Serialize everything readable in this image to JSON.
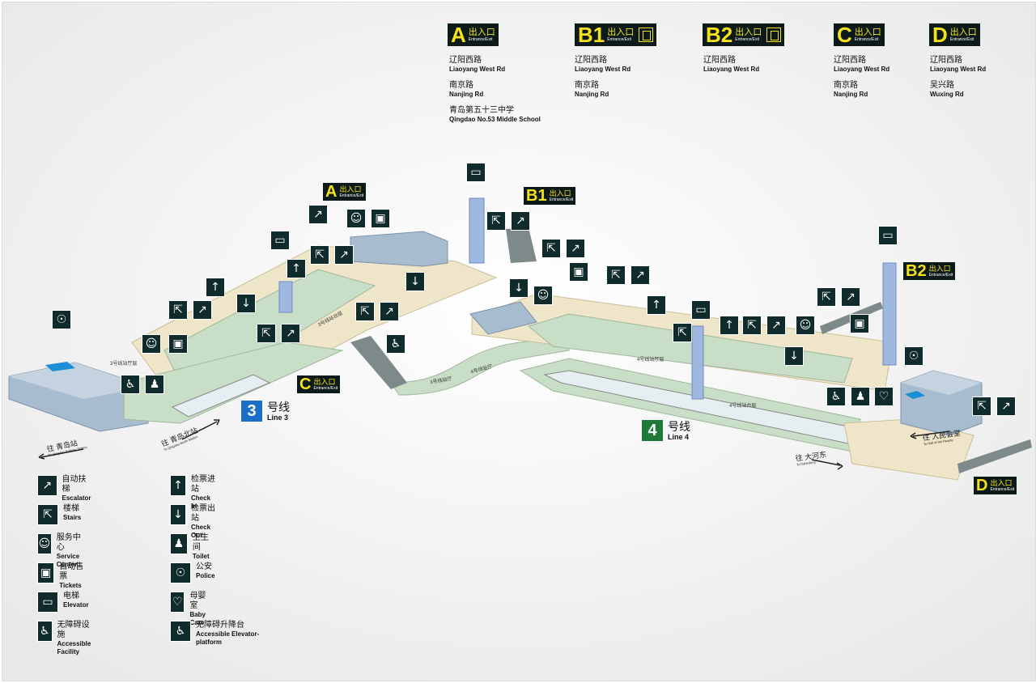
{
  "exits": [
    {
      "id": "A",
      "letter": "A",
      "zh": "出入口",
      "en": "Entrance/Exit",
      "elevator": false,
      "streets": [
        {
          "zh": "辽阳西路",
          "en": "Liaoyang West Rd"
        },
        {
          "zh": "南京路",
          "en": "Nanjing Rd"
        },
        {
          "zh": "青岛第五十三中学",
          "en": "Qingdao No.53 Middle School"
        }
      ]
    },
    {
      "id": "B1",
      "letter": "B1",
      "zh": "出入口",
      "en": "Entrance/Exit",
      "elevator": true,
      "streets": [
        {
          "zh": "辽阳西路",
          "en": "Liaoyang West Rd"
        },
        {
          "zh": "南京路",
          "en": "Nanjing Rd"
        }
      ]
    },
    {
      "id": "B2",
      "letter": "B2",
      "zh": "出入口",
      "en": "Entrance/Exit",
      "elevator": true,
      "streets": [
        {
          "zh": "辽阳西路",
          "en": "Liaoyang West Rd"
        }
      ]
    },
    {
      "id": "C",
      "letter": "C",
      "zh": "出入口",
      "en": "Entrance/Exit",
      "elevator": false,
      "streets": [
        {
          "zh": "辽阳西路",
          "en": "Liaoyang West Rd"
        },
        {
          "zh": "南京路",
          "en": "Nanjing Rd"
        }
      ]
    },
    {
      "id": "D",
      "letter": "D",
      "zh": "出入口",
      "en": "Entrance/Exit",
      "elevator": false,
      "streets": [
        {
          "zh": "辽阳西路",
          "en": "Liaoyang West Rd"
        },
        {
          "zh": "吴兴路",
          "en": "Wuxing Rd"
        }
      ]
    }
  ],
  "lines": [
    {
      "num": "3",
      "zh": "号线",
      "en": "Line 3",
      "color": "#1a6fc4"
    },
    {
      "num": "4",
      "zh": "号线",
      "en": "Line 4",
      "color": "#1f7a3a"
    }
  ],
  "directions": [
    {
      "zh": "往 青岛站",
      "en": "To Qingdao Railway Station"
    },
    {
      "zh": "往 青岛北站",
      "en": "To Qingdao North Station"
    },
    {
      "zh": "往 人民会堂",
      "en": "To Hall of the People"
    },
    {
      "zh": "往 大河东",
      "en": "To Dahedong"
    }
  ],
  "floor_labels": {
    "l3_hall": "3号线站厅层",
    "l3_platform": "3号线站台层",
    "l4_hall": "4号线站厅",
    "l4_hall_floor": "4号线站厅层",
    "l4_platform": "4号线站台层",
    "l3_hall_short": "3号线站厅"
  },
  "legend": [
    {
      "icon": "escalator-icon",
      "zh": "自动扶梯",
      "en": "Escalator"
    },
    {
      "icon": "stairs-icon",
      "zh": "楼梯",
      "en": "Stairs"
    },
    {
      "icon": "service-center-icon",
      "zh": "服务中心",
      "en": "Service Center"
    },
    {
      "icon": "tickets-icon",
      "zh": "自动售票",
      "en": "Tickets"
    },
    {
      "icon": "elevator-icon",
      "zh": "电梯",
      "en": "Elevator"
    },
    {
      "icon": "accessible-icon",
      "zh": "无障碍设施",
      "en": "Accessible Facility"
    },
    {
      "icon": "check-in-icon",
      "zh": "检票进站",
      "en": "Check In"
    },
    {
      "icon": "check-out-icon",
      "zh": "检票出站",
      "en": "Check Out"
    },
    {
      "icon": "toilet-icon",
      "zh": "卫生间",
      "en": "Toilet"
    },
    {
      "icon": "police-icon",
      "zh": "公安",
      "en": "Police"
    },
    {
      "icon": "baby-care-icon",
      "zh": "母婴室",
      "en": "Baby Care"
    },
    {
      "icon": "accessible-platform-icon",
      "zh": "无障碍升降台",
      "en": "Accessible Elevator-platform"
    }
  ],
  "colors": {
    "signal_bg": "#0d1a1a",
    "signal_yellow": "#f5e11a",
    "concourse_green": "#c9dec6",
    "walkway_beige": "#efe6c9",
    "building_blue": "#a8bcd0",
    "elevator_blue": "#9fb8e0"
  }
}
